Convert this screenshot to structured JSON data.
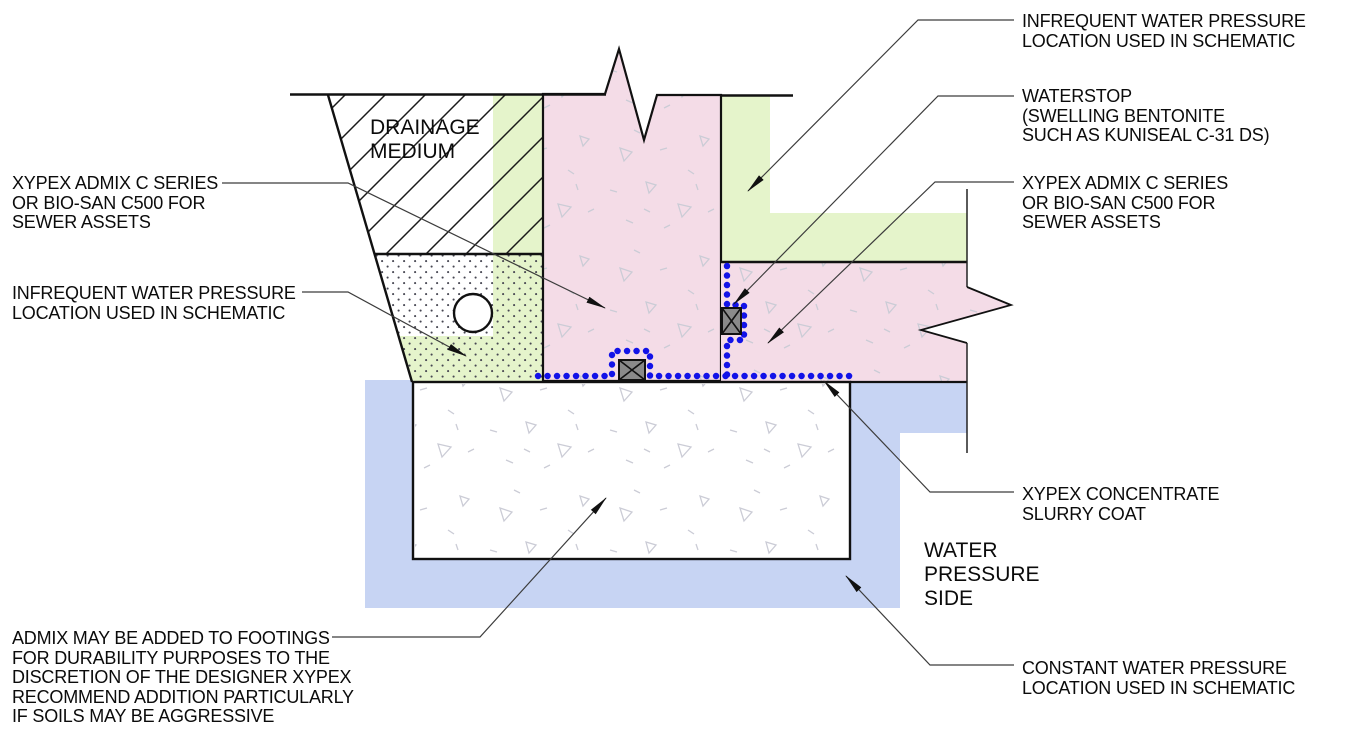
{
  "drawing_title": "Xypex waterproofing construction detail schematic",
  "labels": {
    "drainage_medium": "DRAINAGE\nMEDIUM",
    "left_xypex_admix": "XYPEX ADMIX C SERIES\nOR BIO-SAN C500 FOR\nSEWER ASSETS",
    "left_infrequent": "INFREQUENT WATER PRESSURE\nLOCATION USED IN SCHEMATIC",
    "admix_footings_note": "ADMIX MAY BE ADDED TO FOOTINGS\nFOR DURABILITY PURPOSES TO THE\nDISCRETION OF THE DESIGNER XYPEX\nRECOMMEND ADDITION PARTICULARLY\nIF SOILS MAY BE AGGRESSIVE",
    "right_infrequent": "INFREQUENT WATER PRESSURE\nLOCATION USED IN SCHEMATIC",
    "waterstop": "WATERSTOP\n(SWELLING BENTONITE\nSUCH AS KUNISEAL C-31 DS)",
    "right_xypex_admix": "XYPEX ADMIX C SERIES\nOR BIO-SAN C500 FOR\nSEWER ASSETS",
    "slurry_coat": "XYPEX CONCENTRATE\nSLURRY COAT",
    "water_pressure_side": "WATER\nPRESSURE\nSIDE",
    "constant_pressure": "CONSTANT WATER PRESSURE\nLOCATION USED IN SCHEMATIC"
  },
  "colors": {
    "concrete_admix_pink": "#f4dce7",
    "infrequent_zone_green": "#e5f4cb",
    "constant_water_blue": "#c7d4f3",
    "slurry_dot_blue": "#1212e8",
    "waterstop_grey": "#8a8a8a",
    "line_black": "#111111",
    "leader_grey": "#3c3c3c"
  }
}
